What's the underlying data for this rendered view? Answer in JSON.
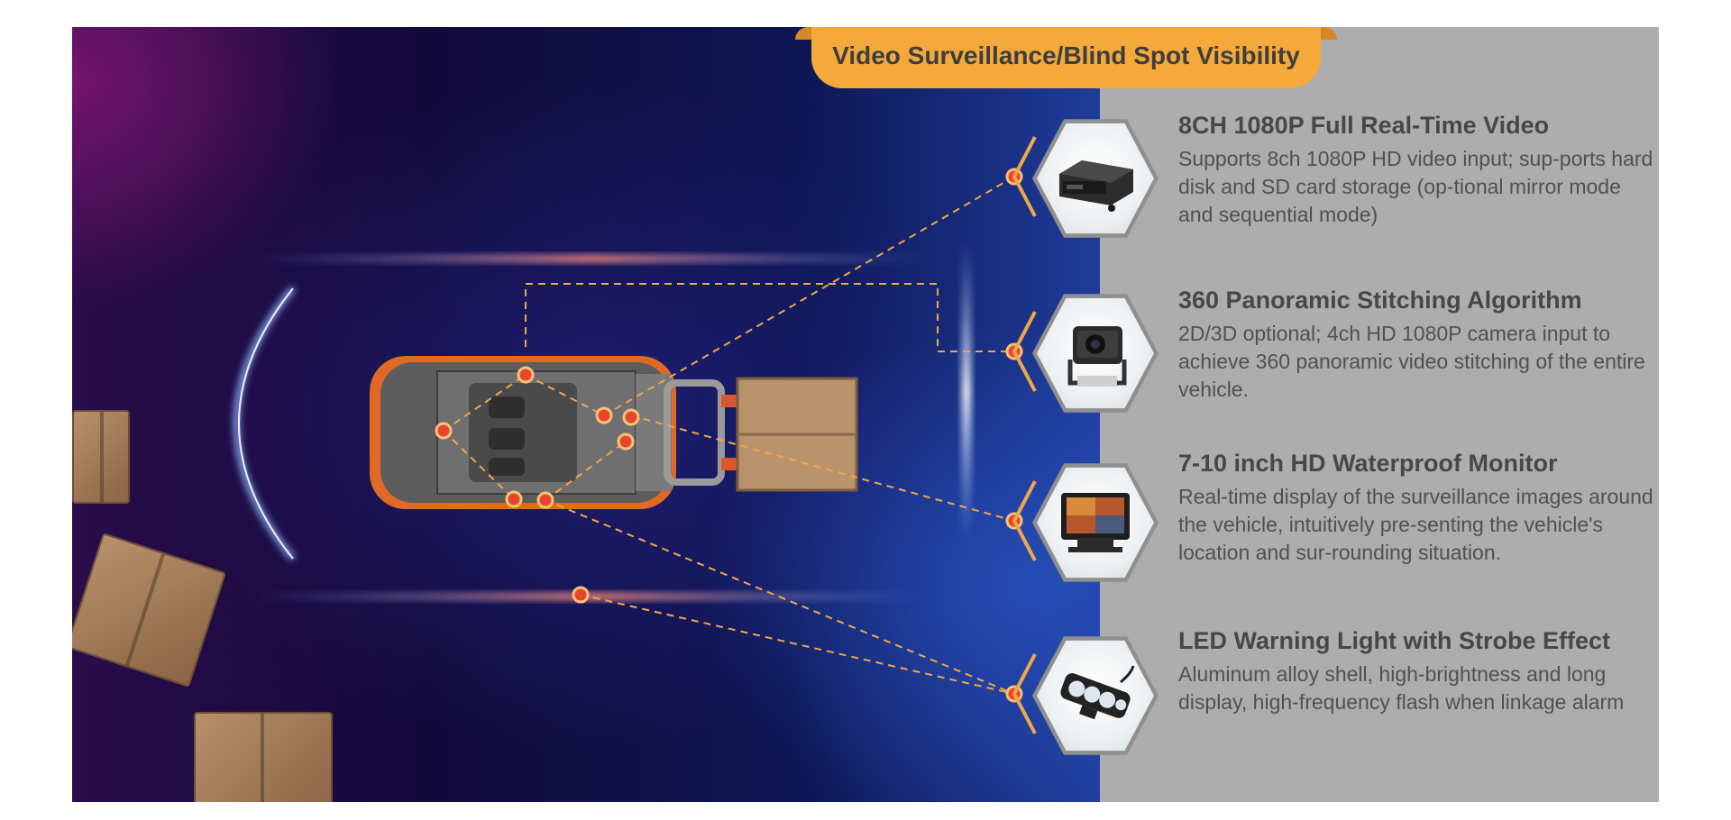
{
  "banner": {
    "title": "Video Surveillance/Blind Spot Visibility"
  },
  "features": [
    {
      "title": "8CH 1080P Full Real-Time Video",
      "description": "Supports 8ch 1080P HD video input; sup-ports hard disk and SD card storage (op-tional mirror mode and sequential mode)",
      "icon": "dvr-recorder-icon"
    },
    {
      "title": "360 Panoramic Stitching Algorithm",
      "description": "2D/3D optional; 4ch HD 1080P camera input to achieve 360 panoramic video stitching of the entire vehicle.",
      "icon": "camera-icon"
    },
    {
      "title": "7-10 inch HD Waterproof Monitor",
      "description": "Real-time display of the surveillance images around the vehicle, intuitively pre-senting the vehicle's location and sur-rounding situation.",
      "icon": "monitor-icon"
    },
    {
      "title": "LED Warning Light with Strobe Effect",
      "description": "Aluminum alloy shell, high-brightness and long display, high-frequency flash when linkage alarm",
      "icon": "led-light-icon"
    }
  ],
  "colors": {
    "accent": "#f5a93a",
    "marker": "#e8452a",
    "panel": "#adadad",
    "title_text": "#474747",
    "body_text": "#505050"
  }
}
